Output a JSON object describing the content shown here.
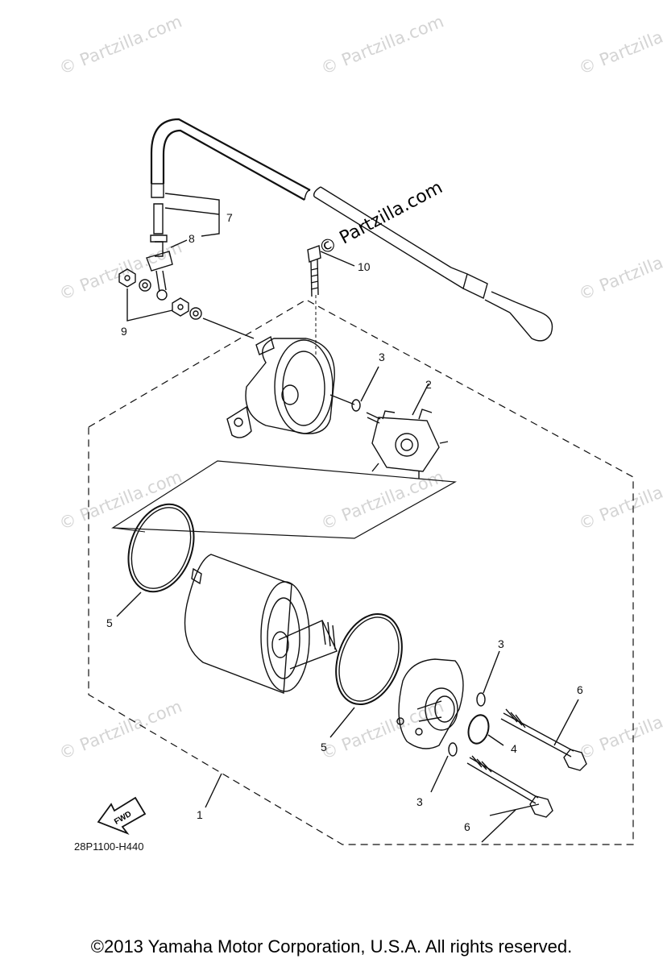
{
  "watermark_text": "© Partzilla.com",
  "center_watermark": "© Partzilla.com",
  "callouts": {
    "c1": "1",
    "c2": "2",
    "c3a": "3",
    "c3b": "3",
    "c3c": "3",
    "c4": "4",
    "c5a": "5",
    "c5b": "5",
    "c6a": "6",
    "c6b": "6",
    "c7": "7",
    "c8": "8",
    "c9": "9",
    "c10": "10"
  },
  "fwd_label": "FWD",
  "catalog_code": "28P1100-H440",
  "copyright": "©2013  Yamaha Motor Corporation, U.S.A. All rights reserved."
}
